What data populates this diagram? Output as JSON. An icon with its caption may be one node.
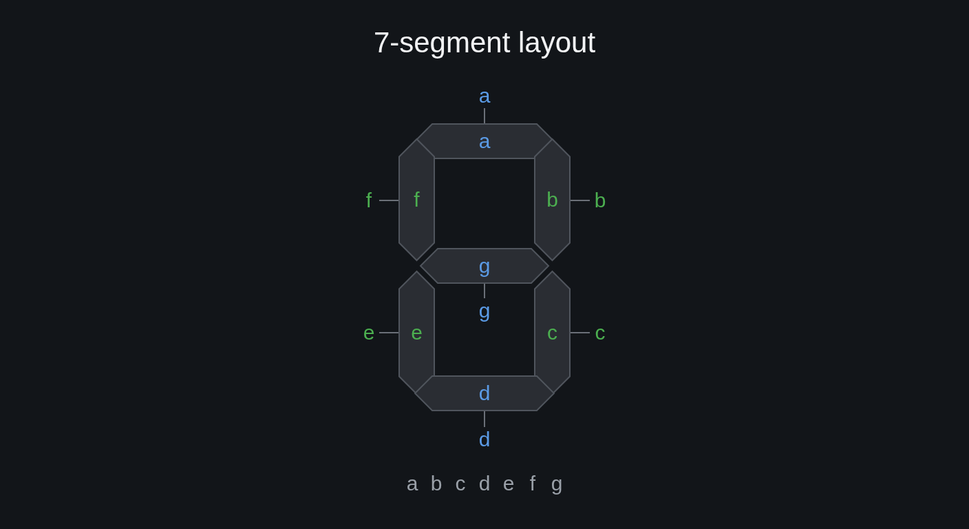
{
  "diagram": {
    "title": "7-segment layout",
    "nodes": [
      {
        "text": [
          "a"
        ]
      },
      {
        "text": [
          "a"
        ]
      },
      {
        "text": [
          "f"
        ]
      },
      {
        "text": [
          "f"
        ]
      },
      {
        "text": [
          "b"
        ]
      },
      {
        "text": [
          "b"
        ]
      },
      {
        "text": [
          "g"
        ]
      },
      {
        "text": [
          "g"
        ]
      },
      {
        "text": [
          "e"
        ]
      },
      {
        "text": [
          "e"
        ]
      },
      {
        "text": [
          "c"
        ]
      },
      {
        "text": [
          "c"
        ]
      },
      {
        "text": [
          "d"
        ]
      },
      {
        "text": [
          "d"
        ]
      }
    ],
    "edges": [
      {
        "from": 0,
        "to": 1,
        "arrow": "none"
      },
      {
        "from": 2,
        "to": 3,
        "arrow": "none"
      },
      {
        "from": 5,
        "to": 4,
        "arrow": "none"
      },
      {
        "from": 7,
        "to": 6,
        "arrow": "none"
      },
      {
        "from": 8,
        "to": 9,
        "arrow": "none"
      },
      {
        "from": 11,
        "to": 10,
        "arrow": "none"
      },
      {
        "from": 13,
        "to": 12,
        "arrow": "none"
      }
    ],
    "labels": [
      "a",
      "b",
      "c",
      "d",
      "e",
      "f",
      "g"
    ]
  }
}
